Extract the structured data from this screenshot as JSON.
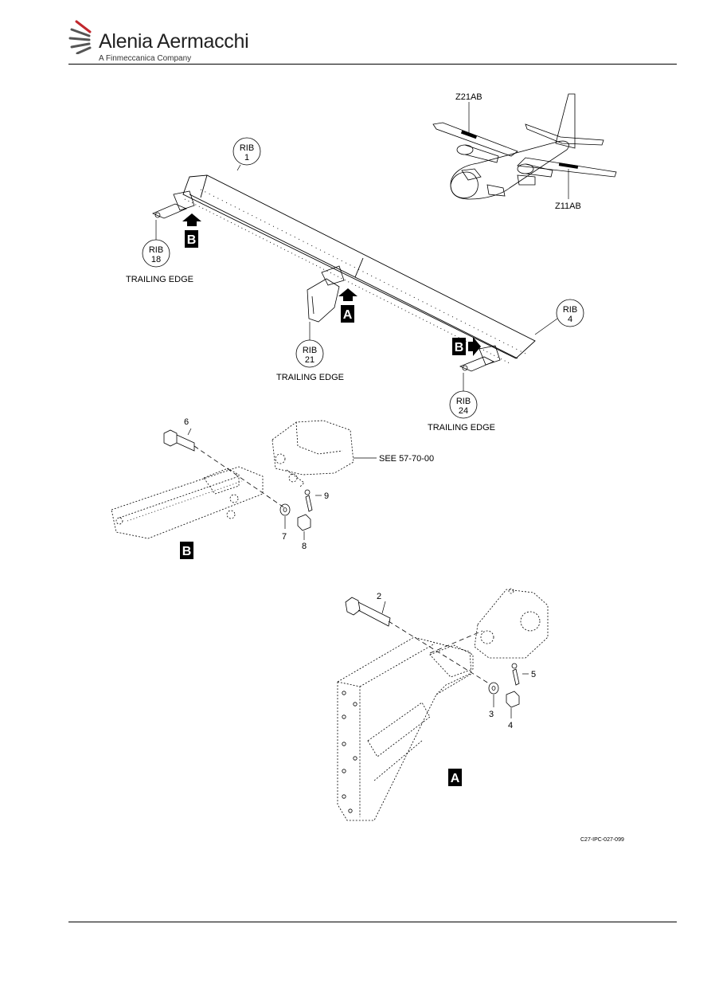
{
  "header": {
    "company_name": "Alenia Aermacchi",
    "company_tagline": "A Finmeccanica Company"
  },
  "aircraft": {
    "zone_upper": "Z21AB",
    "zone_lower": "Z11AB"
  },
  "ribs": [
    {
      "label": "RIB",
      "number": "1"
    },
    {
      "label": "RIB",
      "number": "18"
    },
    {
      "label": "RIB",
      "number": "21"
    },
    {
      "label": "RIB",
      "number": "4"
    },
    {
      "label": "RIB",
      "number": "24"
    }
  ],
  "edge_labels": [
    "TRAILING EDGE",
    "TRAILING EDGE",
    "TRAILING EDGE"
  ],
  "view_markers": [
    "B",
    "A",
    "B"
  ],
  "detail_b": {
    "view_letter": "B",
    "see_reference": "SEE 57-70-00",
    "items": [
      "6",
      "7",
      "8",
      "9"
    ]
  },
  "detail_a": {
    "view_letter": "A",
    "items": [
      "2",
      "3",
      "4",
      "5"
    ]
  },
  "figure_code": "C27-IPC-027-099"
}
